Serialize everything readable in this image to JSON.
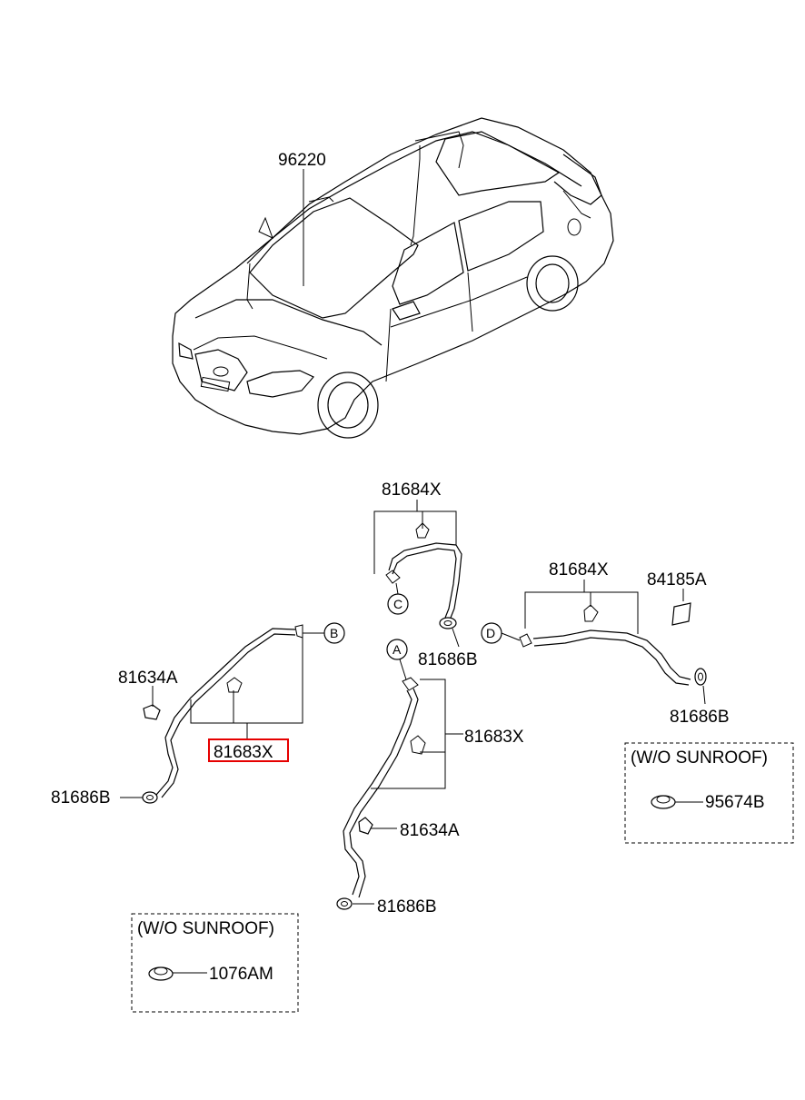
{
  "diagram": {
    "parts": {
      "car_harness": "96220",
      "hose_front_left": "81683X",
      "hose_front_right": "81683X",
      "hose_rear_left": "81684X",
      "hose_rear_right": "81684X",
      "clip_left": "81634A",
      "clip_right": "81634A",
      "grommet_1": "81686B",
      "grommet_2": "81686B",
      "grommet_3": "81686B",
      "grommet_4": "81686B",
      "pad": "84185A",
      "plug_right": "95674B",
      "plug_left": "1076AM"
    },
    "callouts": {
      "a": "A",
      "b": "B",
      "c": "C",
      "d": "D"
    },
    "notes": {
      "wo_sunroof_right": "(W/O SUNROOF)",
      "wo_sunroof_left": "(W/O SUNROOF)"
    },
    "highlight_color": "#e60000"
  }
}
